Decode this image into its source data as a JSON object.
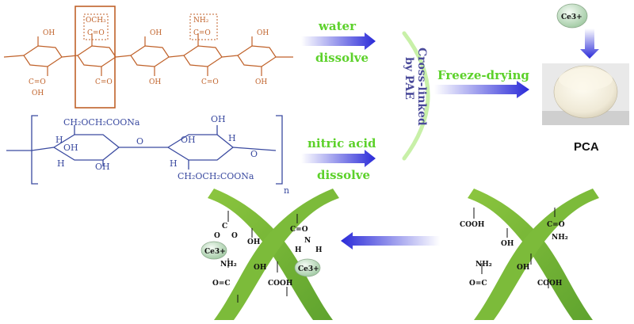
{
  "steps": {
    "water": "water",
    "dissolve_top": "dissolve",
    "nitric_acid": "nitric acid",
    "dissolve_bottom": "dissolve",
    "crosslink_line1": "Cross-linked",
    "crosslink_line2": "by PAE",
    "freeze_drying": "Freeze-drying"
  },
  "product": {
    "label": "PCA",
    "ion_top": "Ce3+"
  },
  "chitosan_groups": {
    "acetyl": "OCH₃",
    "carbonyl_top": "C=O",
    "amine": "NH₂",
    "carbonyl_mid": "C=O",
    "oh": "OH",
    "cooh_o": "C=O",
    "cooh_oh": "OH"
  },
  "cmc": {
    "substituent_top": "CH₂OCH₂COONa",
    "substituent_bottom": "CH₂OCH₂COONa",
    "oh": "OH",
    "h": "H",
    "o": "O",
    "n": "n"
  },
  "left_complex": {
    "ion1": "Ce3+",
    "ion2": "Ce3+",
    "nh2": "NH₂",
    "oc": "O=C",
    "oh1": "OH",
    "oh2": "OH",
    "cooh": "COOH",
    "co": "C=O",
    "o1": "O",
    "c": "C",
    "o2": "O",
    "nh": "N",
    "h1": "H",
    "h2": "H"
  },
  "right_complex": {
    "cooh1": "COOH",
    "co": "C=O",
    "nh2a": "NH₂",
    "nh2b": "NH₂",
    "oc": "O=C",
    "oh1": "OH",
    "oh2": "OH",
    "cooh2": "COOH"
  },
  "colors": {
    "green_text": "#5cd12a",
    "blue_text": "#4a4a9a",
    "orange_structure": "#c0622a",
    "blue_structure": "#3a4aa0",
    "fiber_green": "#6db33f"
  }
}
